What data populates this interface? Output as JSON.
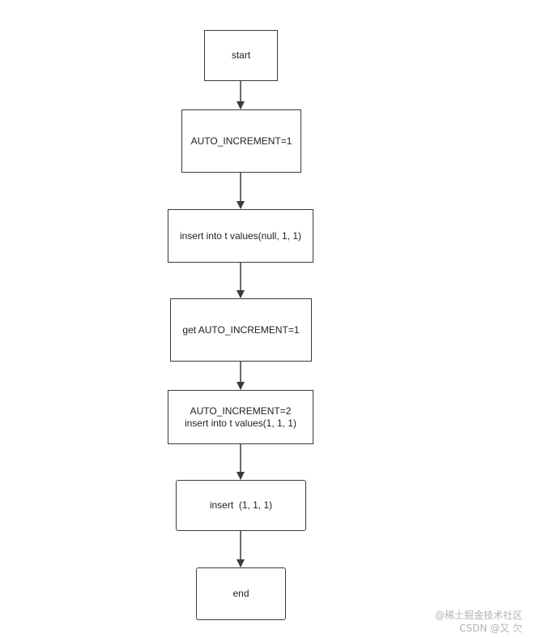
{
  "nodes": [
    {
      "id": "start",
      "lines": [
        "start"
      ]
    },
    {
      "id": "set-increment-1",
      "lines": [
        "AUTO_INCREMENT=1"
      ]
    },
    {
      "id": "insert-null",
      "lines": [
        "insert into t values(null, 1, 1)"
      ]
    },
    {
      "id": "get-increment",
      "lines": [
        "get AUTO_INCREMENT=1"
      ]
    },
    {
      "id": "set-increment-2-insert",
      "lines": [
        "AUTO_INCREMENT=2",
        "insert into t values(1, 1, 1)"
      ]
    },
    {
      "id": "insert-result",
      "lines": [
        "insert  (1, 1, 1)"
      ]
    },
    {
      "id": "end",
      "lines": [
        "end"
      ]
    }
  ],
  "edges": [
    {
      "from": "start",
      "to": "set-increment-1"
    },
    {
      "from": "set-increment-1",
      "to": "insert-null"
    },
    {
      "from": "insert-null",
      "to": "get-increment"
    },
    {
      "from": "get-increment",
      "to": "set-increment-2-insert"
    },
    {
      "from": "set-increment-2-insert",
      "to": "insert-result"
    },
    {
      "from": "insert-result",
      "to": "end"
    }
  ],
  "watermark": {
    "line1": "@稀土掘金技术社区",
    "line2": "CSDN @又 欠"
  }
}
